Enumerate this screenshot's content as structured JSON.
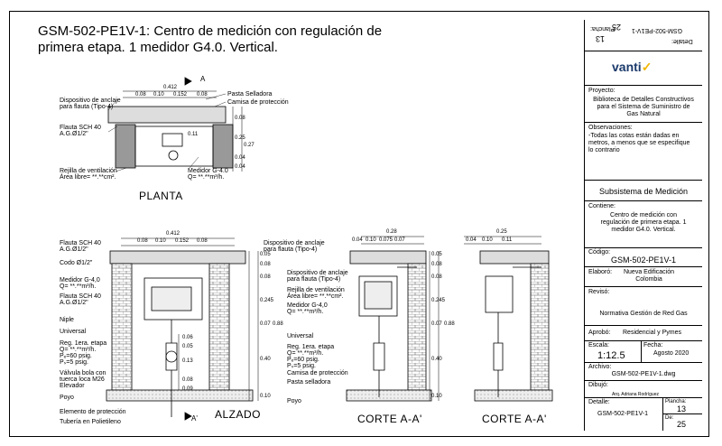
{
  "title": "GSM-502-PE1V-1: Centro de medición con regulación de primera etapa.  1 medidor G4.0. Vertical.",
  "planta": {
    "label": "PLANTA",
    "section_marker": "A",
    "dims_top": [
      "0.412",
      "0.08",
      "0.10",
      "0.152",
      "0.08"
    ],
    "dims_side": [
      "0.08",
      "0.11",
      "0.25",
      "0.27",
      "0.04",
      "0.04"
    ],
    "labels": [
      "Dispositivo de anclaje",
      "para flauta (Tipo-4)",
      "Pasta Selladora",
      "Camisa de protección",
      "Flauta SCH 40",
      "A.G.Ø1/2\"",
      "Rejilla de ventilación",
      "Área libre=   **.**cm².",
      "Medidor G-4.0",
      "Q= **.**m³/h."
    ]
  },
  "alzado": {
    "label": "ALZADO",
    "section_marker": "A'",
    "dims_top": [
      "0.412",
      "0.08",
      "0.10",
      "0.152",
      "0.08"
    ],
    "dims_right": [
      "0.05",
      "0.08",
      "0.08",
      "0.245",
      "0.07",
      "0.88",
      "0.40",
      "0.10"
    ],
    "dims_inner": [
      "0.06",
      "0.05",
      "0.13",
      "0.08",
      "0.09"
    ],
    "left_labels": [
      "Flauta SCH 40",
      "A.G.Ø1/2\"",
      "Codo Ø1/2\"",
      "Medidor G-4,0",
      "Q= **.**m³/h.",
      "Flauta SCH 40",
      "A.G.Ø1/2\"",
      "Niple",
      "Universal",
      "Reg. 1era. etapa",
      "Q= **.**m³/h.",
      "Pₑ=60 psig.",
      "Pₛ=5 psig.",
      "Válvula bola con",
      "tuerca loca M26",
      "Elevador",
      "Poyo",
      "Elemento de protección",
      "Tubería en Polietileno"
    ],
    "right_labels": [
      "Dispositivo de anclaje",
      "para flauta (Tipo-4)"
    ]
  },
  "corte1": {
    "label": "CORTE A-A'",
    "dims_top": [
      "0.28",
      "0.04",
      "0.10",
      "0.075",
      "0.07"
    ],
    "dims_right": [
      "0.05",
      "0.08",
      "0.08",
      "0.245",
      "0.07",
      "0.88",
      "0.40",
      "0.10"
    ],
    "labels": [
      "Dispositivo de anclaje",
      "para flauta (Tipo-4)",
      "Rejilla de ventilación",
      "Área libre=   **.**cm².",
      "Medidor G-4,0",
      "Q= **.**m³/h.",
      "Universal",
      "Reg. 1era. etapa",
      "Q= **.**m³/h.",
      "Pₑ=60 psig.",
      "Pₛ=5 psig.",
      "Camisa de protección",
      "Pasta selladora",
      "Poyo"
    ]
  },
  "corte2": {
    "label": "CORTE A-A'",
    "dims_top": [
      "0.25",
      "0.04",
      "0.10",
      "0.11"
    ]
  },
  "panel": {
    "top_code_rot": "GSM-502-PE1V-1",
    "top_num_rot": "25",
    "top_plancha_rot": "13",
    "top_detalle_rot": "Detalle:",
    "top_plancha_lbl_rot": "Plancha:",
    "logo": "vanti",
    "logo_check": "✓",
    "proyecto_label": "Proyecto:",
    "proyecto_text": "Biblioteca de Detalles Constructivos para el Sistema de Suministro de Gas Natural",
    "obs_label": "Observaciones:",
    "obs_text": "-Todas las cotas están dadas en metros, a menos que se especifique lo contrario",
    "subsistema": "Subsistema de Medición",
    "contiene_label": "Contiene:",
    "contiene_text": "Centro de medición con regulación de primera etapa. 1 medidor G4.0. Vertical.",
    "codigo_label": "Código:",
    "codigo": "GSM-502-PE1V-1",
    "elaboro_label": "Elaboró:",
    "elaboro": "Nueva Edificación Colombia",
    "reviso_label": "Revisó:",
    "reviso": "Normativa Gestión de Red Gas",
    "aprobo_label": "Aprobó:",
    "aprobo": "Residencial y Pymes",
    "escala_label": "Escala:",
    "escala": "1:12.5",
    "fecha_label": "Fecha:",
    "fecha": "Agosto 2020",
    "archivo_label": "Archivo:",
    "archivo": "GSM-502-PE1V-1.dwg",
    "dibujo_label": "Dibujó:",
    "dibujo": "Arq. Adriana Rodríguez",
    "detalle_label": "Detalle:",
    "detalle": "GSM-502-PE1V-1",
    "plancha_label": "Plancha:",
    "plancha": "13",
    "de_label": "De:",
    "de": "25"
  }
}
